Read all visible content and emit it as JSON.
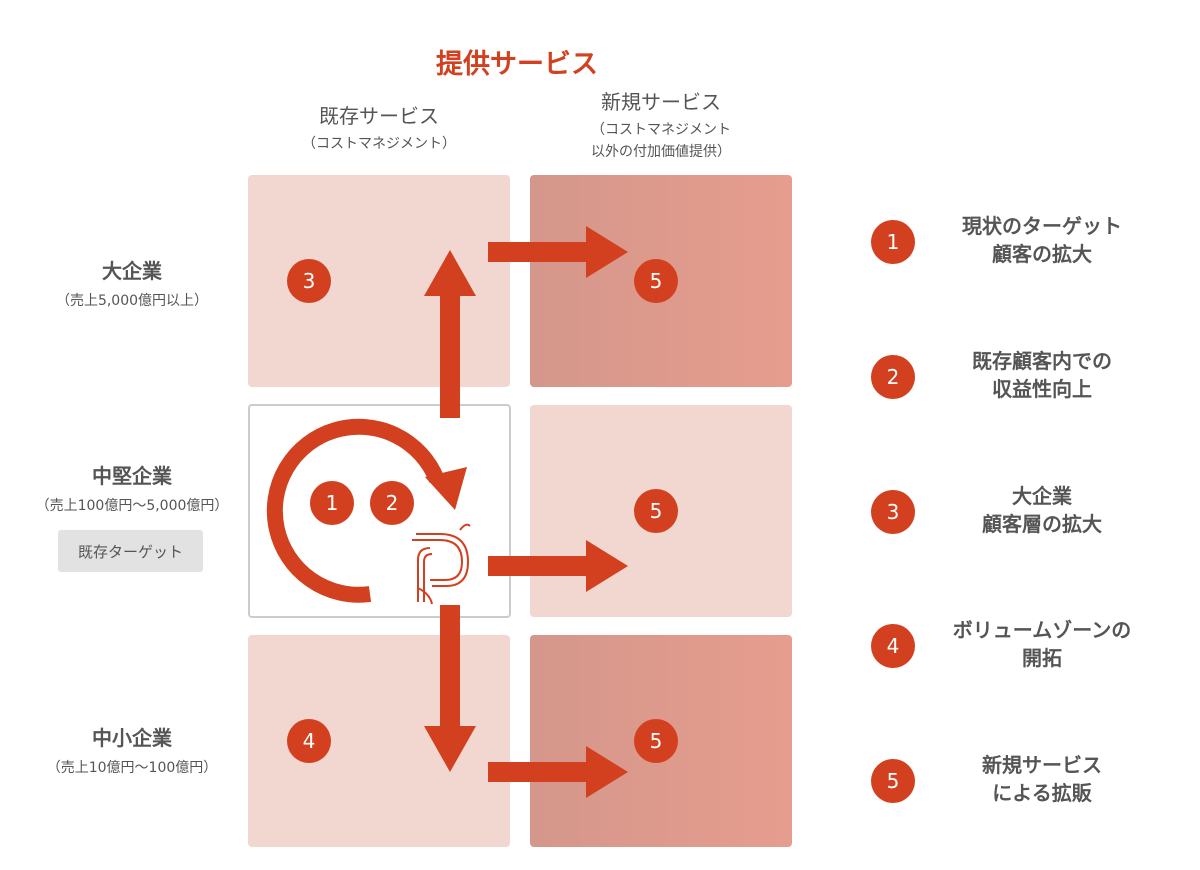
{
  "title": "提供サービス",
  "columns": [
    {
      "title": "既存サービス",
      "subtitle": "（コストマネジメント）"
    },
    {
      "title": "新規サービス",
      "subtitle_line1": "（コストマネジメント",
      "subtitle_line2": "以外の付加価値提供）"
    }
  ],
  "rows": [
    {
      "title": "大企業",
      "subtitle": "（売上5,000億円以上）"
    },
    {
      "title": "中堅企業",
      "subtitle": "（売上100億円〜5,000億円）",
      "tag": "既存ターゲット"
    },
    {
      "title": "中小企業",
      "subtitle": "（売上10億円〜100億円）"
    }
  ],
  "cells": {
    "r1c1": "3",
    "r1c2": "5",
    "r2c1a": "1",
    "r2c1b": "2",
    "r2c2": "5",
    "r3c1": "4",
    "r3c2": "5"
  },
  "legend": [
    {
      "num": "1",
      "line1": "現状のターゲット",
      "line2": "顧客の拡大"
    },
    {
      "num": "2",
      "line1": "既存顧客内での",
      "line2": "収益性向上"
    },
    {
      "num": "3",
      "line1": "大企業",
      "line2": "顧客層の拡大"
    },
    {
      "num": "4",
      "line1": "ボリュームゾーンの",
      "line2": "開拓"
    },
    {
      "num": "5",
      "line1": "新規サービス",
      "line2": "による拡販"
    }
  ],
  "colors": {
    "accent": "#d2401f",
    "light": "#f2d7d1",
    "dark": "#d4978b"
  }
}
